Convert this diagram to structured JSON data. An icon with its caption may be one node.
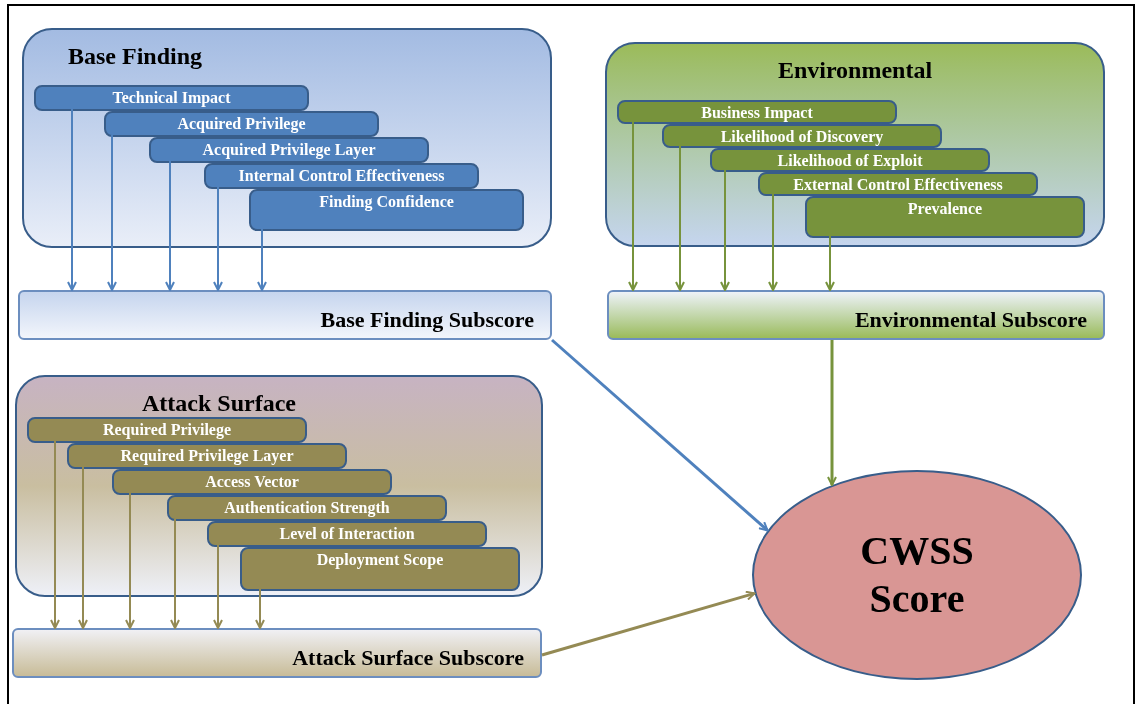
{
  "diagram": {
    "nodes": [
      {
        "text": [
          "Base Finding"
        ]
      },
      {
        "text": [
          "Technical Impact"
        ],
        "in": 0
      },
      {
        "text": [
          "Acquired Privilege"
        ],
        "in": 0
      },
      {
        "text": [
          "Acquired Privilege Layer"
        ],
        "in": 0
      },
      {
        "text": [
          "Internal Control Effectiveness"
        ],
        "in": 0
      },
      {
        "text": [
          "Finding Confidence"
        ],
        "in": 0
      },
      {
        "text": [
          "Base Finding Subscore"
        ]
      },
      {
        "text": [
          "Environmental"
        ]
      },
      {
        "text": [
          "Business Impact"
        ],
        "in": 7
      },
      {
        "text": [
          "Likelihood of Discovery"
        ],
        "in": 7
      },
      {
        "text": [
          "Likelihood of Exploit"
        ],
        "in": 7
      },
      {
        "text": [
          "External Control Effectiveness"
        ],
        "in": 7
      },
      {
        "text": [
          "Prevalence"
        ],
        "in": 7
      },
      {
        "text": [
          "Environmental Subscore"
        ]
      },
      {
        "text": [
          "Attack Surface"
        ]
      },
      {
        "text": [
          "Required Privilege"
        ],
        "in": 14
      },
      {
        "text": [
          "Required Privilege Layer"
        ],
        "in": 14
      },
      {
        "text": [
          "Access Vector"
        ],
        "in": 14
      },
      {
        "text": [
          "Authentication Strength"
        ],
        "in": 14
      },
      {
        "text": [
          "Level of Interaction"
        ],
        "in": 14
      },
      {
        "text": [
          "Deployment Scope"
        ],
        "in": 14
      },
      {
        "text": [
          "Attack Surface Subscore"
        ]
      },
      {
        "text": [
          "CWSS Score"
        ]
      }
    ],
    "edges": [
      {
        "from": 1,
        "to": 6,
        "arrow": "to",
        "color": "#4f81bd"
      },
      {
        "from": 2,
        "to": 6,
        "arrow": "to",
        "color": "#4f81bd"
      },
      {
        "from": 3,
        "to": 6,
        "arrow": "to",
        "color": "#4f81bd"
      },
      {
        "from": 4,
        "to": 6,
        "arrow": "to",
        "color": "#4f81bd"
      },
      {
        "from": 5,
        "to": 6,
        "arrow": "to",
        "color": "#4f81bd"
      },
      {
        "from": 8,
        "to": 13,
        "arrow": "to",
        "color": "#77933c"
      },
      {
        "from": 9,
        "to": 13,
        "arrow": "to",
        "color": "#77933c"
      },
      {
        "from": 10,
        "to": 13,
        "arrow": "to",
        "color": "#77933c"
      },
      {
        "from": 11,
        "to": 13,
        "arrow": "to",
        "color": "#77933c"
      },
      {
        "from": 12,
        "to": 13,
        "arrow": "to",
        "color": "#77933c"
      },
      {
        "from": 15,
        "to": 21,
        "arrow": "to",
        "color": "#948a54"
      },
      {
        "from": 16,
        "to": 21,
        "arrow": "to",
        "color": "#948a54"
      },
      {
        "from": 17,
        "to": 21,
        "arrow": "to",
        "color": "#948a54"
      },
      {
        "from": 18,
        "to": 21,
        "arrow": "to",
        "color": "#948a54"
      },
      {
        "from": 19,
        "to": 21,
        "arrow": "to",
        "color": "#948a54"
      },
      {
        "from": 20,
        "to": 21,
        "arrow": "to",
        "color": "#948a54"
      },
      {
        "from": 6,
        "to": 22,
        "arrow": "to",
        "color": "#4f81bd"
      },
      {
        "from": 13,
        "to": 22,
        "arrow": "to",
        "color": "#77933c"
      },
      {
        "from": 21,
        "to": 22,
        "arrow": "to",
        "color": "#948a54"
      }
    ]
  }
}
